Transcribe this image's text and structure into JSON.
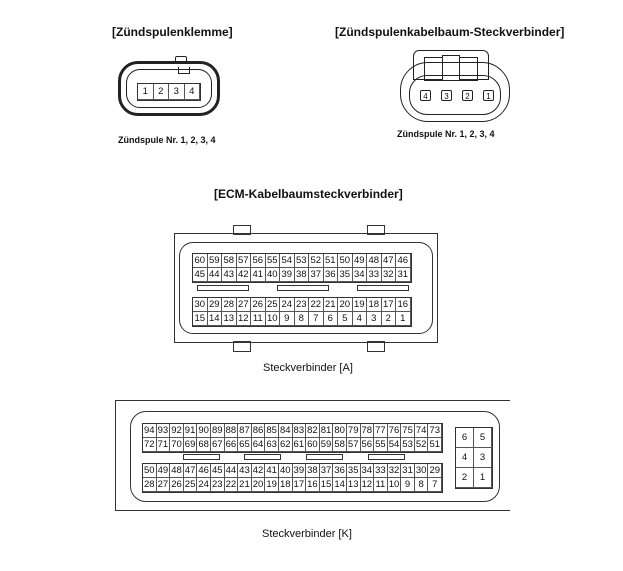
{
  "coil_terminal": {
    "title": "[Zündspulenklemme]",
    "pins": [
      "1",
      "2",
      "3",
      "4"
    ],
    "caption": "Zündspule Nr. 1, 2, 3, 4"
  },
  "coil_harness": {
    "title": "[Zündspulenkabelbaum-Steckverbinder]",
    "pins": [
      "4",
      "3",
      "2",
      "1"
    ],
    "caption": "Zündspule Nr. 1, 2, 3, 4"
  },
  "ecm": {
    "title": "[ECM-Kabelbaumsteckverbinder]"
  },
  "connector_a": {
    "label": "Steckverbinder [A]",
    "upper": [
      [
        "60",
        "59",
        "58",
        "57",
        "56",
        "55",
        "54",
        "53",
        "52",
        "51",
        "50",
        "49",
        "48",
        "47",
        "46"
      ],
      [
        "45",
        "44",
        "43",
        "42",
        "41",
        "40",
        "39",
        "38",
        "37",
        "36",
        "35",
        "34",
        "33",
        "32",
        "31"
      ]
    ],
    "lower": [
      [
        "30",
        "29",
        "28",
        "27",
        "26",
        "25",
        "24",
        "23",
        "22",
        "21",
        "20",
        "19",
        "18",
        "17",
        "16"
      ],
      [
        "15",
        "14",
        "13",
        "12",
        "11",
        "10",
        "9",
        "8",
        "7",
        "6",
        "5",
        "4",
        "3",
        "2",
        "1"
      ]
    ]
  },
  "connector_k": {
    "label": "Steckverbinder [K]",
    "upper": [
      [
        "94",
        "93",
        "92",
        "91",
        "90",
        "89",
        "88",
        "87",
        "86",
        "85",
        "84",
        "83",
        "82",
        "81",
        "80",
        "79",
        "78",
        "77",
        "76",
        "75",
        "74",
        "73"
      ],
      [
        "72",
        "71",
        "70",
        "69",
        "68",
        "67",
        "66",
        "65",
        "64",
        "63",
        "62",
        "61",
        "60",
        "59",
        "58",
        "57",
        "56",
        "55",
        "54",
        "53",
        "52",
        "51"
      ]
    ],
    "lower": [
      [
        "50",
        "49",
        "48",
        "47",
        "46",
        "45",
        "44",
        "43",
        "42",
        "41",
        "40",
        "39",
        "38",
        "37",
        "36",
        "35",
        "34",
        "33",
        "32",
        "31",
        "30",
        "29"
      ],
      [
        "28",
        "27",
        "26",
        "25",
        "24",
        "23",
        "22",
        "21",
        "20",
        "19",
        "18",
        "17",
        "16",
        "15",
        "14",
        "13",
        "12",
        "11",
        "10",
        "9",
        "8",
        "7"
      ]
    ],
    "power": [
      [
        "6",
        "5"
      ],
      [
        "4",
        "3"
      ],
      [
        "2",
        "1"
      ]
    ]
  }
}
